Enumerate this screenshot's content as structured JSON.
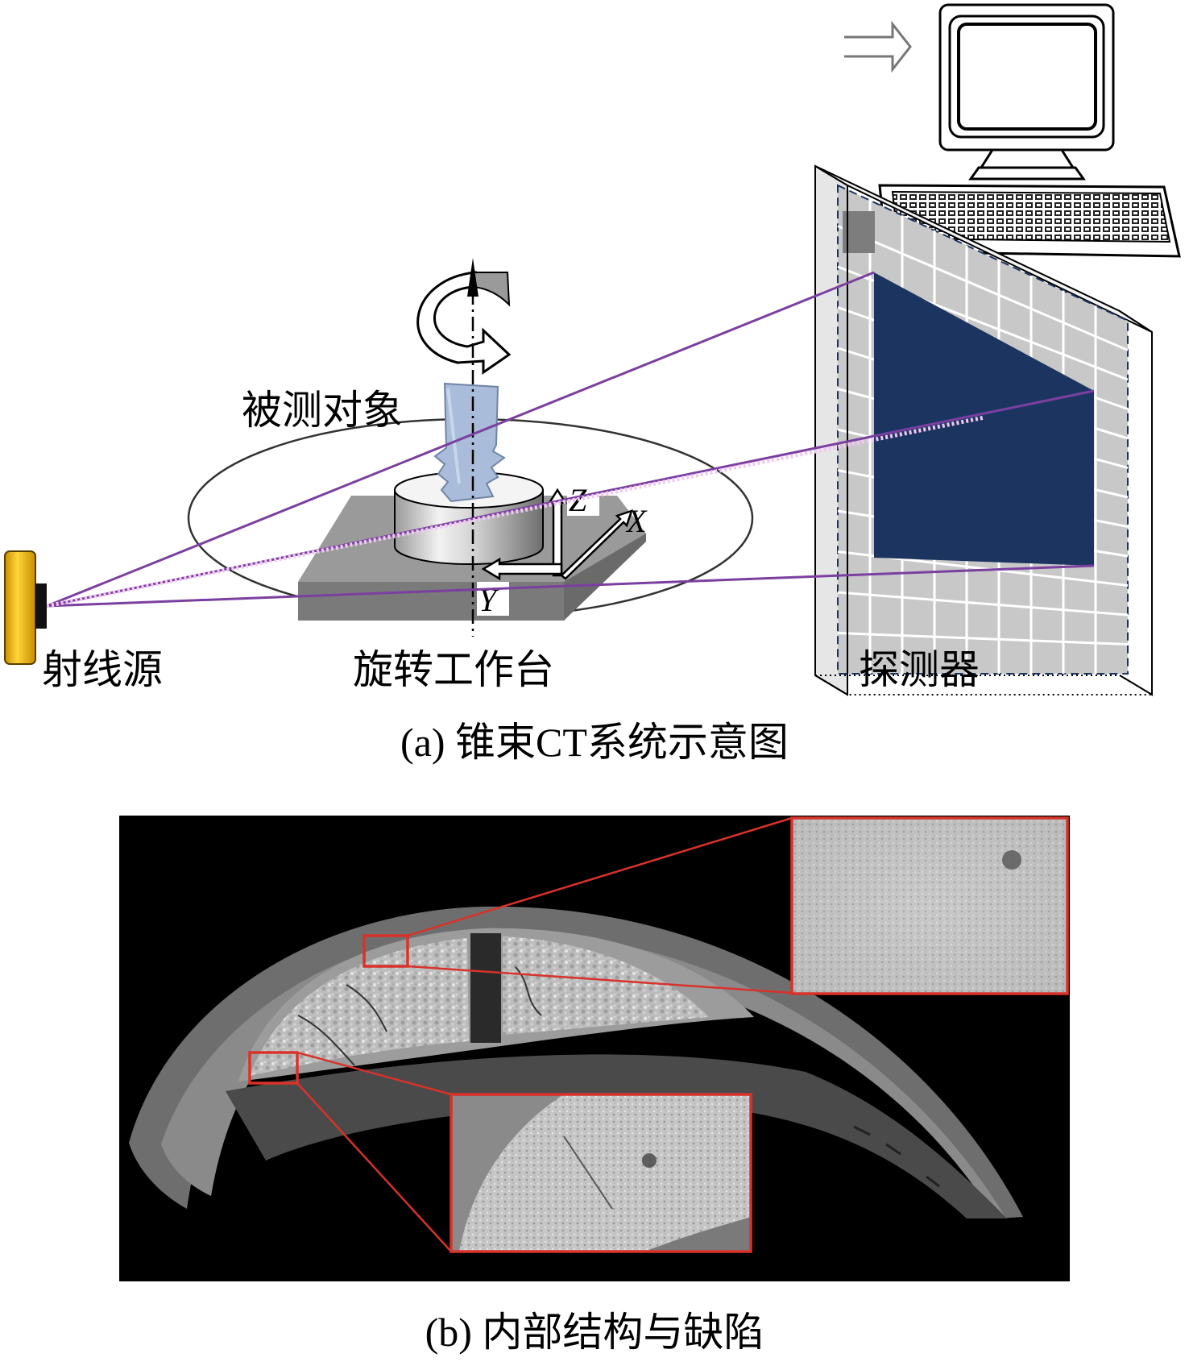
{
  "labels": {
    "object": "被测对象",
    "source": "射线源",
    "stage": "旋转工作台",
    "detector": "探测器"
  },
  "axes": {
    "z": "Z",
    "x": "X",
    "y": "Y"
  },
  "captions": {
    "a": "(a) 锥束CT系统示意图",
    "b": "(b) 内部结构与缺陷"
  },
  "colors": {
    "beam": "#7b3fa0",
    "detector_panel": "#1c3560",
    "source_body": "#f2b705",
    "specimen": "#a9bcd9",
    "highlight_box": "#d8322a",
    "ct_background": "#000000"
  }
}
